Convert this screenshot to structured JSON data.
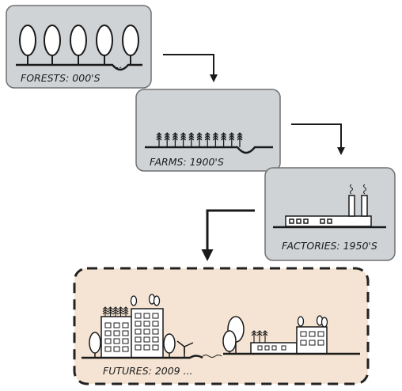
{
  "stages": [
    {
      "label": "FORESTS: 000'S",
      "color": "#cfd3d6"
    },
    {
      "label": "FARMS: 1900'S",
      "color": "#cfd3d6"
    },
    {
      "label": "FACTORIES: 1950'S",
      "color": "#cfd3d6"
    },
    {
      "label": "FUTURES: 2009 ...",
      "color": "#f5e4d3"
    }
  ],
  "colors": {
    "ink": "#1a1a1a",
    "panel_border": "#707070",
    "future_border": "#222222"
  }
}
